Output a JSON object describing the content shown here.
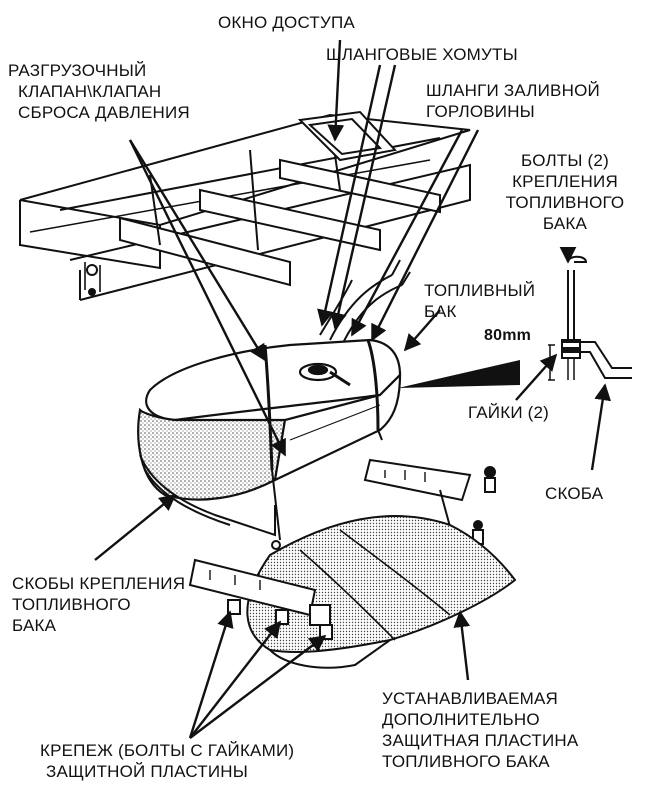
{
  "labels": {
    "access_window": "ОКНО ДОСТУПА",
    "relief_valve": [
      "РАЗГРУЗОЧНЫЙ",
      "КЛАПАН\\КЛАПАН",
      "СБРОСА ДАВЛЕНИЯ"
    ],
    "hose_clamps": "ШЛАНГОВЫЕ ХОМУТЫ",
    "filler_hoses": [
      "ШЛАНГИ ЗАЛИВНОЙ",
      "ГОРЛОВИНЫ"
    ],
    "tank_bolts": [
      "БОЛТЫ (2)",
      "КРЕПЛЕНИЯ",
      "ТОПЛИВНОГО",
      "БАКА"
    ],
    "fuel_tank": [
      "ТОПЛИВНЫЙ",
      "БАК"
    ],
    "dimension": "80mm",
    "nuts": "ГАЙКИ (2)",
    "bracket": "СКОБА",
    "tank_straps": [
      "СКОБЫ КРЕПЛЕНИЯ",
      "ТОПЛИВНОГО",
      "БАКА"
    ],
    "skid_plate": [
      "УСТАНАВЛИВАЕМАЯ",
      "ДОПОЛНИТЕЛЬНО",
      "ЗАЩИТНАЯ ПЛАСТИНА",
      "ТОПЛИВНОГО БАКА"
    ],
    "plate_fasteners": [
      "КРЕПЕЖ (БОЛТЫ С ГАЙКАМИ)",
      "ЗАЩИТНОЙ ПЛАСТИНЫ"
    ]
  }
}
